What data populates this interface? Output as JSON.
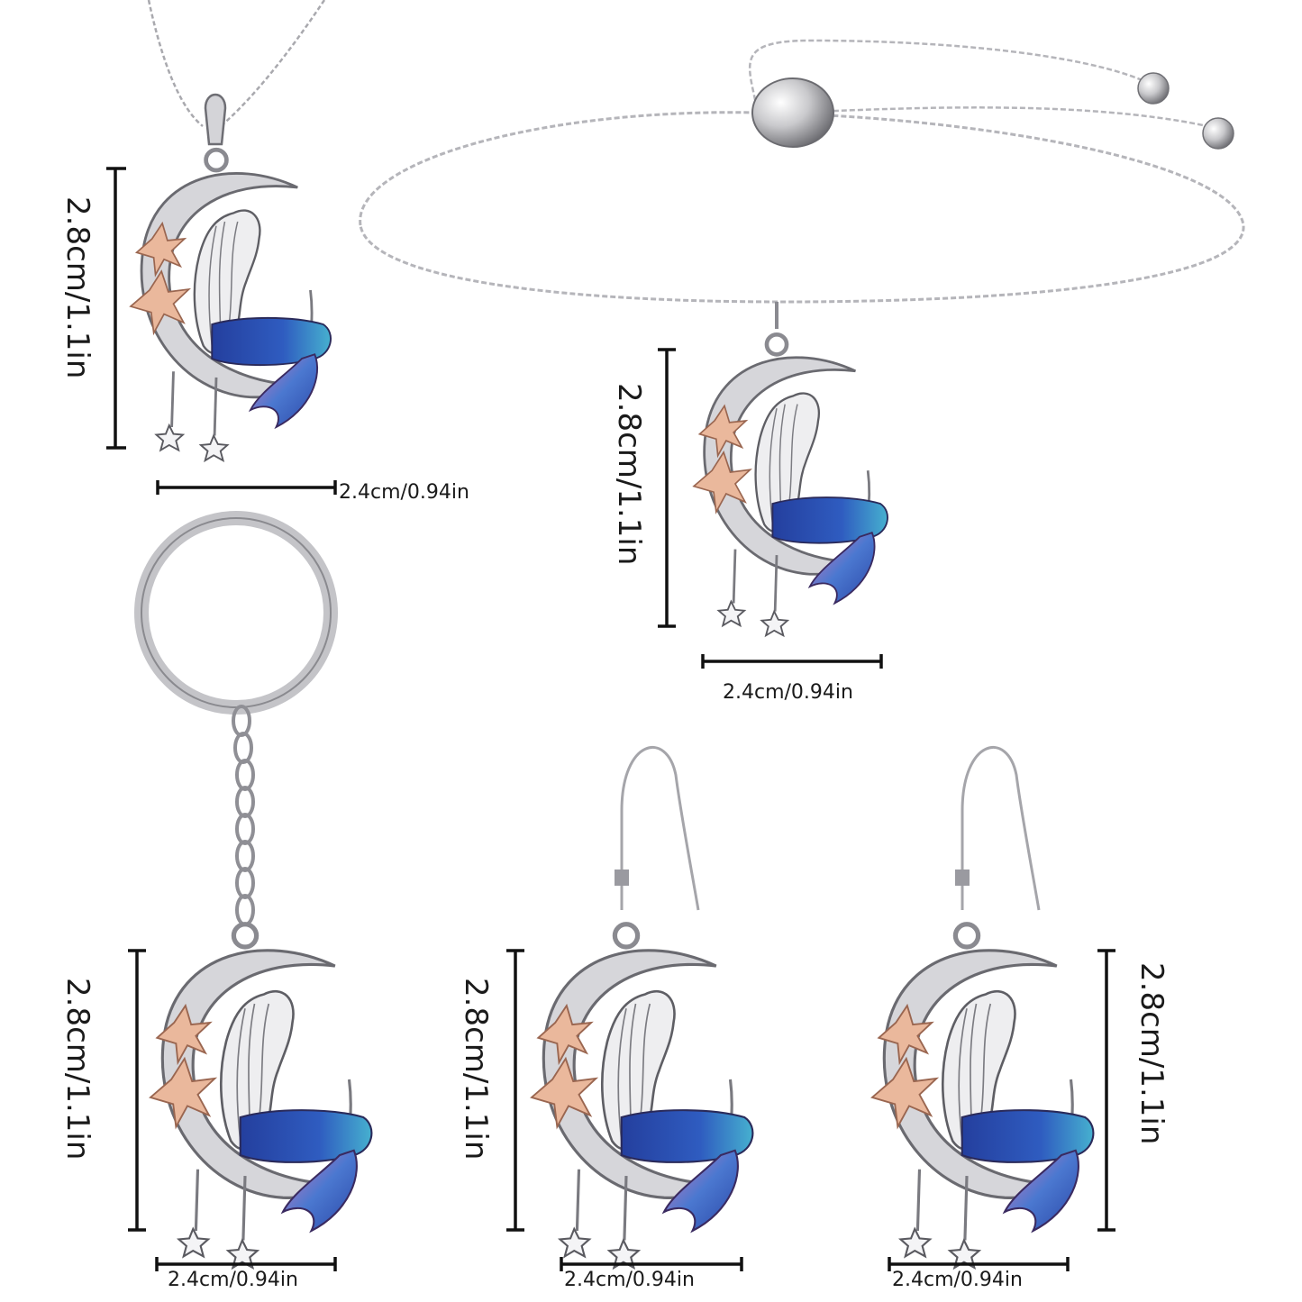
{
  "items": [
    {
      "name": "necklace",
      "height_label": "2.8cm/1.1in",
      "width_label": "2.4cm/0.94in"
    },
    {
      "name": "bracelet",
      "height_label": "2.8cm/1.1in",
      "width_label": "2.4cm/0.94in"
    },
    {
      "name": "keychain",
      "height_label": "2.8cm/1.1in",
      "width_label": "2.4cm/0.94in"
    },
    {
      "name": "earring-left",
      "height_label": "2.8cm/1.1in",
      "width_label": "2.4cm/0.94in"
    },
    {
      "name": "earring-right",
      "height_label": "2.8cm/1.1in",
      "width_label": "2.4cm/0.94in"
    }
  ],
  "colors": {
    "silver": "#b8b8bc",
    "silver_dark": "#6f6f74",
    "tail_blue": "#2f4fb0",
    "tail_teal": "#3fa6c8",
    "tail_pink": "#d47ab4",
    "flower": "#e8b49a",
    "dim_line": "#111111"
  }
}
